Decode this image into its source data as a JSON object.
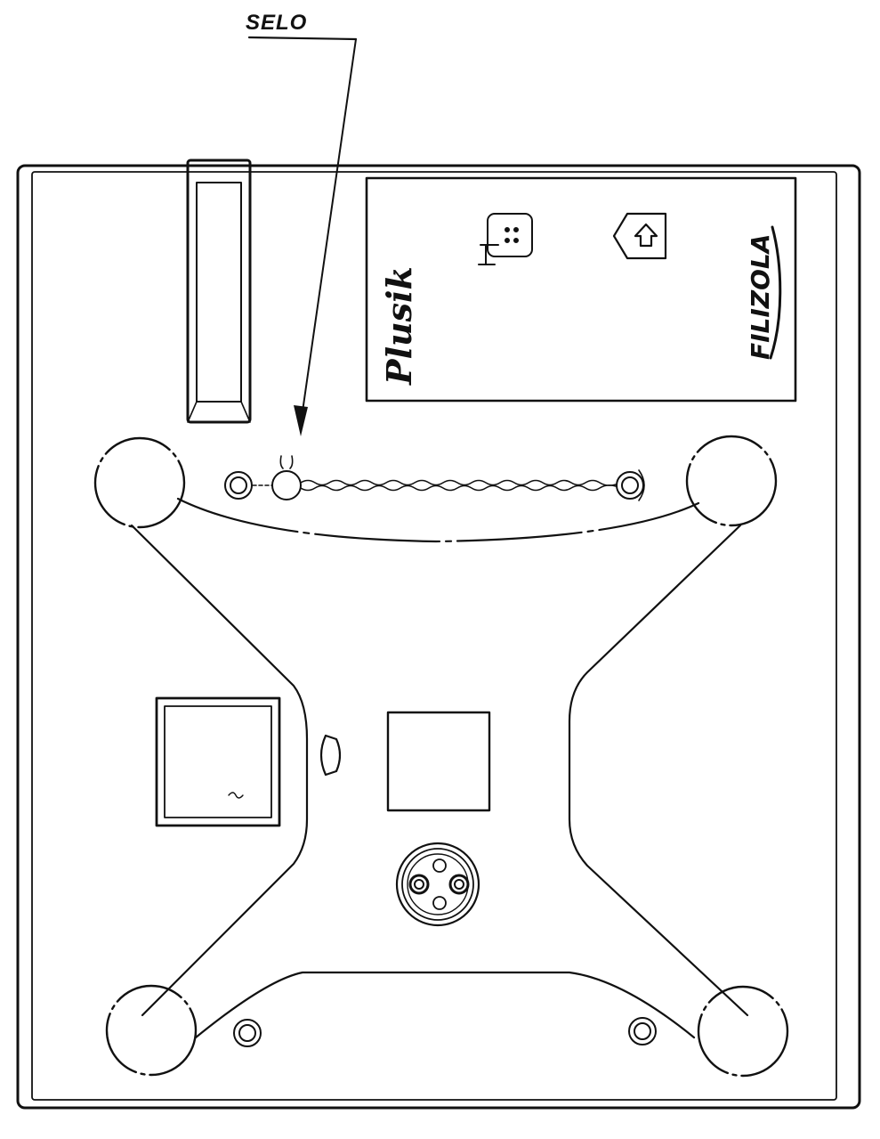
{
  "callout": {
    "label": "SELO"
  },
  "panel": {
    "brand_text": "Plusik",
    "logo_text": "FILIZOLA",
    "icons": [
      "printer-icon",
      "up-arrow-key-icon"
    ]
  },
  "colors": {
    "line": "#111111",
    "background": "#ffffff"
  }
}
